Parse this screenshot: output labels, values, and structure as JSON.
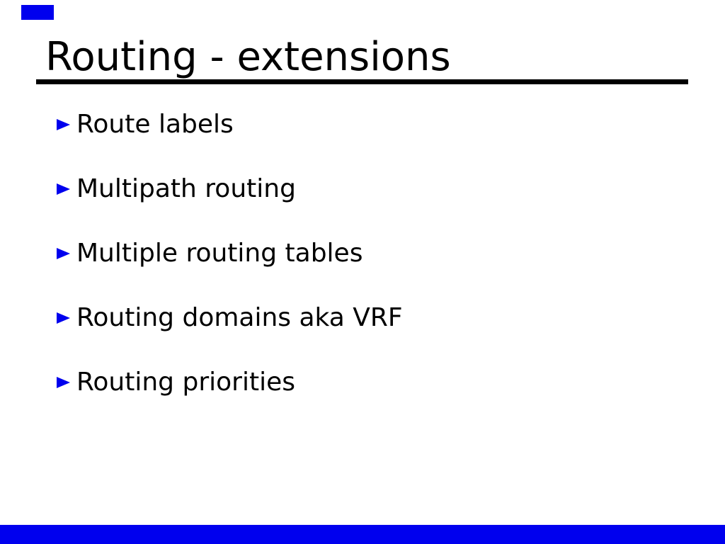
{
  "slide": {
    "title": "Routing - extensions",
    "bullets": [
      "Route labels",
      "Multipath routing",
      "Multiple routing tables",
      "Routing domains aka VRF",
      "Routing priorities"
    ]
  },
  "icons": {
    "bullet": "triangle-right"
  },
  "colors": {
    "accent_blue": "#0000ee",
    "text_black": "#000000",
    "rule_black": "#000000",
    "background_white": "#ffffff"
  }
}
